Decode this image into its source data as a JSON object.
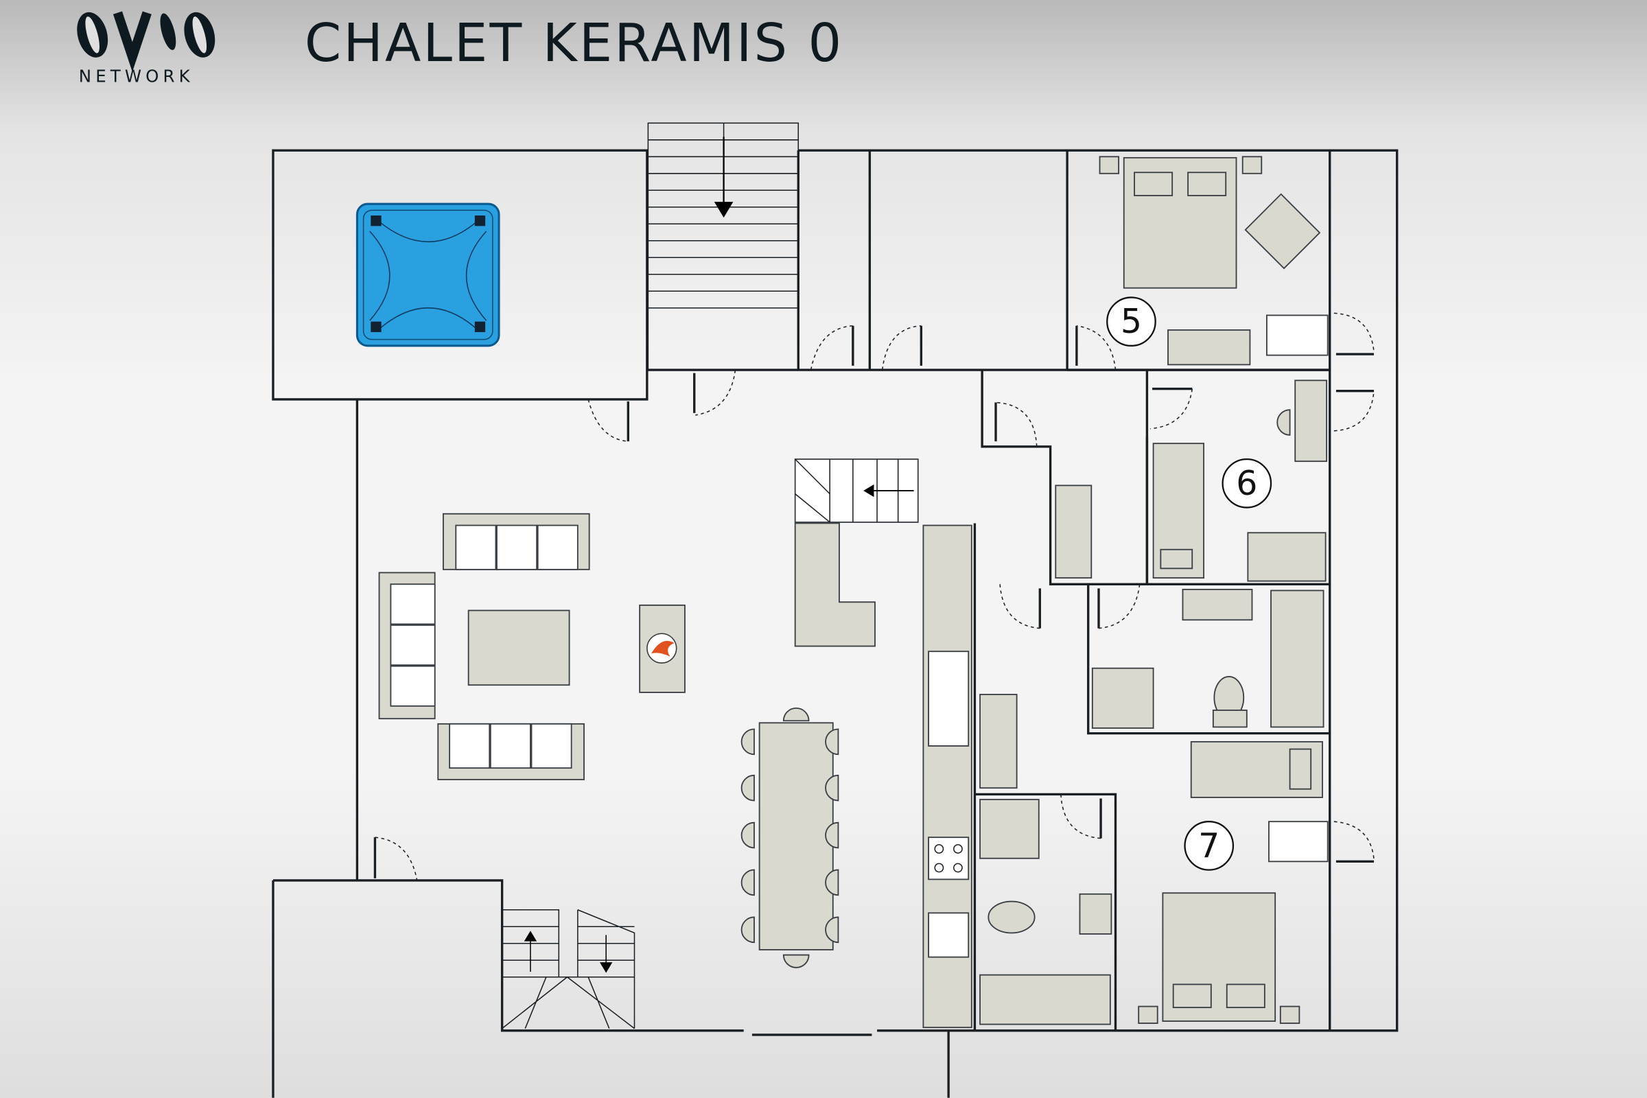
{
  "header": {
    "logo_text": "NETWORK",
    "logo_mark": "OVO",
    "title": "CHALET KERAMIS 0"
  },
  "rooms": [
    {
      "number": "5"
    },
    {
      "number": "6"
    },
    {
      "number": "7"
    }
  ],
  "colors": {
    "hot_tub": "#2aa0e0",
    "fireplace": "#e0521f",
    "furniture": "#d9d9cf",
    "wall": "#1a1f24"
  }
}
